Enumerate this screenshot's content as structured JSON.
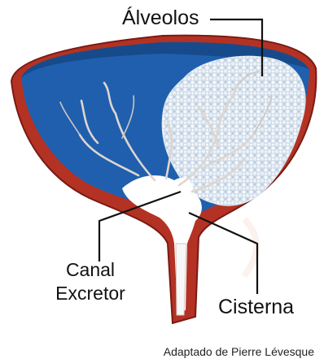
{
  "labels": {
    "alveolos": "Álveolos",
    "canal_line1": "Canal",
    "canal_line2": "Excretor",
    "cisterna": "Cisterna"
  },
  "credit": "Adaptado de Pierre Lévesque",
  "colors": {
    "background": "#ffffff",
    "tissue_blue": "#1f5fae",
    "wall_red": "#b33224",
    "wall_dark": "#7a1a12",
    "alveoli_white": "#e6eef6",
    "cistern_white": "#ffffff",
    "leader_line": "#111111"
  }
}
